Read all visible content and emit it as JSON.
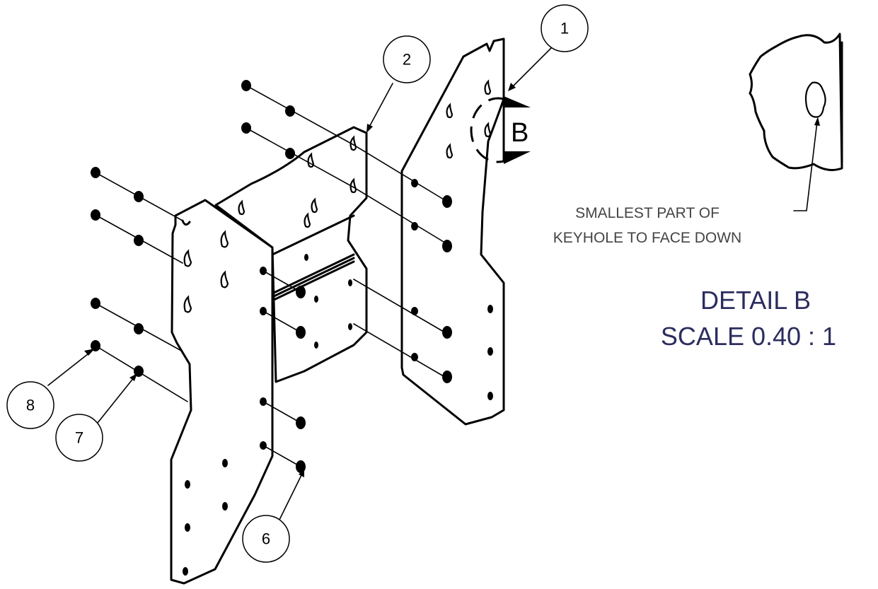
{
  "balloons": [
    {
      "label": "1"
    },
    {
      "label": "2"
    },
    {
      "label": "6"
    },
    {
      "label": "7"
    },
    {
      "label": "8"
    }
  ],
  "view_label": "B",
  "note": {
    "line1": "SMALLEST PART OF",
    "line2": "KEYHOLE TO FACE DOWN"
  },
  "detail": {
    "title": "DETAIL  B",
    "scale": "SCALE 0.40 : 1"
  },
  "colors": {
    "line": "#000000",
    "detail_text": "#2b2d5e",
    "note_text": "#444444"
  }
}
